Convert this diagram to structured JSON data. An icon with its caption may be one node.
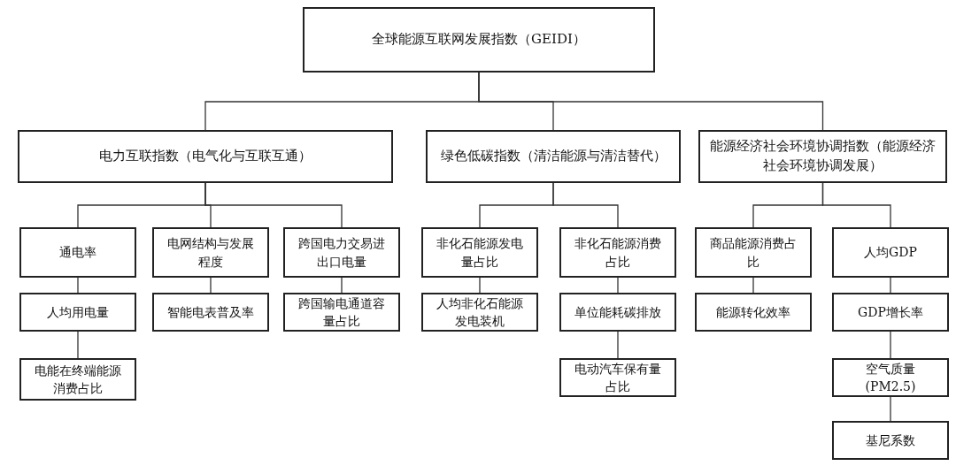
{
  "diagram": {
    "nodes": [
      {
        "text": [
          "全球能源互联网发展指数（GEIDI）"
        ]
      },
      {
        "text": [
          "电力互联指数（电气化与互联互通）"
        ]
      },
      {
        "text": [
          "绿色低碳指数（清洁能源与清洁替代）"
        ]
      },
      {
        "text": [
          "能源经济社会环境协调指数（能源经济社会环境协调发展）"
        ]
      },
      {
        "text": [
          "通电率"
        ]
      },
      {
        "text": [
          "电网结构与发展程度"
        ]
      },
      {
        "text": [
          "跨国电力交易进出口电量"
        ]
      },
      {
        "text": [
          "非化石能源发电量占比"
        ]
      },
      {
        "text": [
          "非化石能源消费占比"
        ]
      },
      {
        "text": [
          "商品能源消费占比"
        ]
      },
      {
        "text": [
          "人均GDP"
        ]
      },
      {
        "text": [
          "人均用电量"
        ]
      },
      {
        "text": [
          "智能电表普及率"
        ]
      },
      {
        "text": [
          "跨国输电通道容量占比"
        ]
      },
      {
        "text": [
          "人均非化石能源发电装机"
        ]
      },
      {
        "text": [
          "单位能耗碳排放"
        ]
      },
      {
        "text": [
          "能源转化效率"
        ]
      },
      {
        "text": [
          "GDP增长率"
        ]
      },
      {
        "text": [
          "电能在终端能源消费占比"
        ]
      },
      {
        "text": [
          "电动汽车保有量占比"
        ]
      },
      {
        "text": [
          "空气质量(PM2.5)"
        ]
      },
      {
        "text": [
          "基尼系数"
        ]
      }
    ],
    "edges": [
      {
        "from": 0,
        "to": 1,
        "arrow": "none"
      },
      {
        "from": 0,
        "to": 2,
        "arrow": "none"
      },
      {
        "from": 0,
        "to": 3,
        "arrow": "none"
      },
      {
        "from": 1,
        "to": 4,
        "arrow": "none"
      },
      {
        "from": 1,
        "to": 5,
        "arrow": "none"
      },
      {
        "from": 1,
        "to": 6,
        "arrow": "none"
      },
      {
        "from": 2,
        "to": 7,
        "arrow": "none"
      },
      {
        "from": 2,
        "to": 8,
        "arrow": "none"
      },
      {
        "from": 3,
        "to": 9,
        "arrow": "none"
      },
      {
        "from": 3,
        "to": 10,
        "arrow": "none"
      },
      {
        "from": 4,
        "to": 11,
        "arrow": "none"
      },
      {
        "from": 11,
        "to": 18,
        "arrow": "none"
      },
      {
        "from": 5,
        "to": 12,
        "arrow": "none"
      },
      {
        "from": 6,
        "to": 13,
        "arrow": "none"
      },
      {
        "from": 7,
        "to": 14,
        "arrow": "none"
      },
      {
        "from": 8,
        "to": 15,
        "arrow": "none"
      },
      {
        "from": 15,
        "to": 19,
        "arrow": "none"
      },
      {
        "from": 9,
        "to": 16,
        "arrow": "none"
      },
      {
        "from": 10,
        "to": 17,
        "arrow": "none"
      },
      {
        "from": 17,
        "to": 20,
        "arrow": "none"
      },
      {
        "from": 20,
        "to": 21,
        "arrow": "none"
      }
    ]
  }
}
